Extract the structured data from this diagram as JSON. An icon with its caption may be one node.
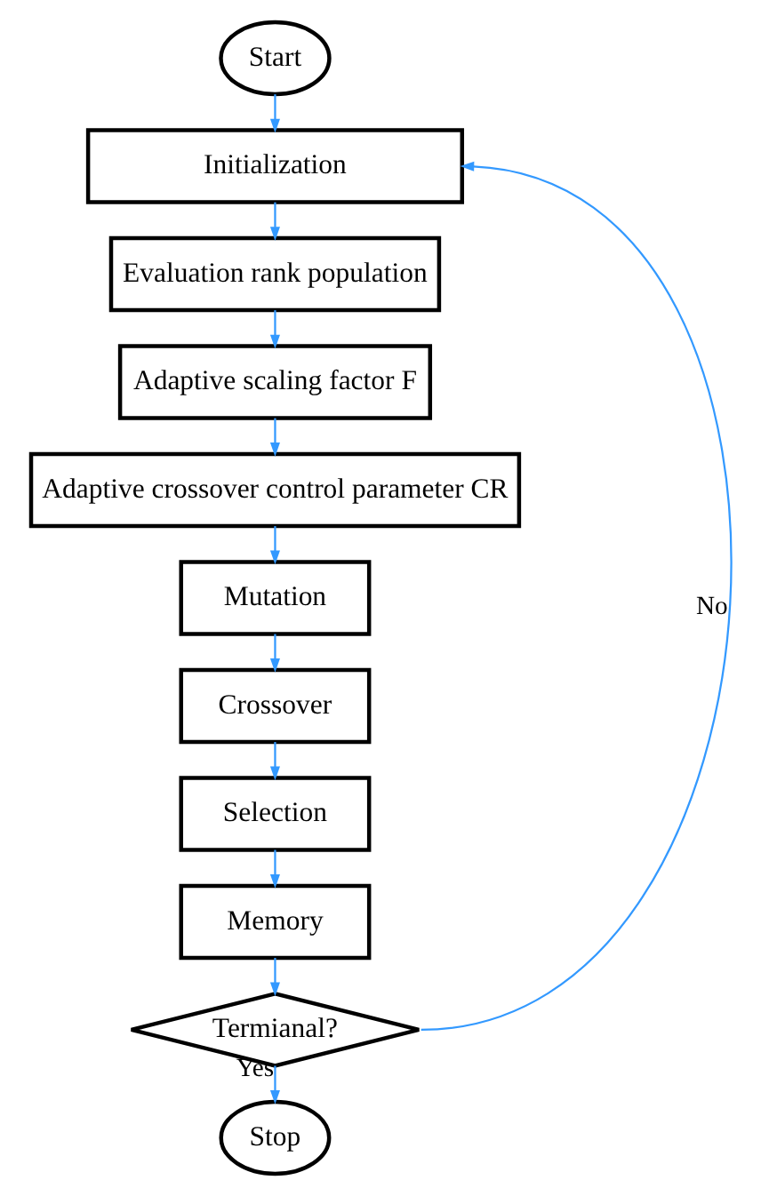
{
  "diagram": {
    "nodes": [
      {
        "text": [
          "Start"
        ]
      },
      {
        "text": [
          "Initialization"
        ]
      },
      {
        "text": [
          "Evaluation rank population"
        ]
      },
      {
        "text": [
          "Adaptive scaling factor F"
        ]
      },
      {
        "text": [
          "Adaptive crossover control parameter CR"
        ]
      },
      {
        "text": [
          "Mutation"
        ]
      },
      {
        "text": [
          "Crossover"
        ]
      },
      {
        "text": [
          "Selection"
        ]
      },
      {
        "text": [
          "Memory"
        ]
      },
      {
        "text": [
          "Termianal?"
        ]
      },
      {
        "text": [
          "Stop"
        ]
      }
    ],
    "edges": [
      {
        "from": 0,
        "to": 1,
        "arrow": "to",
        "color": "#3399ff"
      },
      {
        "from": 1,
        "to": 2,
        "arrow": "to",
        "color": "#3399ff"
      },
      {
        "from": 2,
        "to": 3,
        "arrow": "to",
        "color": "#3399ff"
      },
      {
        "from": 3,
        "to": 4,
        "arrow": "to",
        "color": "#3399ff"
      },
      {
        "from": 4,
        "to": 5,
        "arrow": "to",
        "color": "#3399ff"
      },
      {
        "from": 5,
        "to": 6,
        "arrow": "to",
        "color": "#3399ff"
      },
      {
        "from": 6,
        "to": 7,
        "arrow": "to",
        "color": "#3399ff"
      },
      {
        "from": 7,
        "to": 8,
        "arrow": "to",
        "color": "#3399ff"
      },
      {
        "from": 8,
        "to": 9,
        "arrow": "to",
        "color": "#3399ff"
      },
      {
        "from": 9,
        "to": 10,
        "arrow": "to",
        "label": "Yes",
        "color": "#3399ff"
      },
      {
        "from": 9,
        "to": 1,
        "arrow": "to",
        "label": "No",
        "color": "#3399ff"
      }
    ]
  }
}
